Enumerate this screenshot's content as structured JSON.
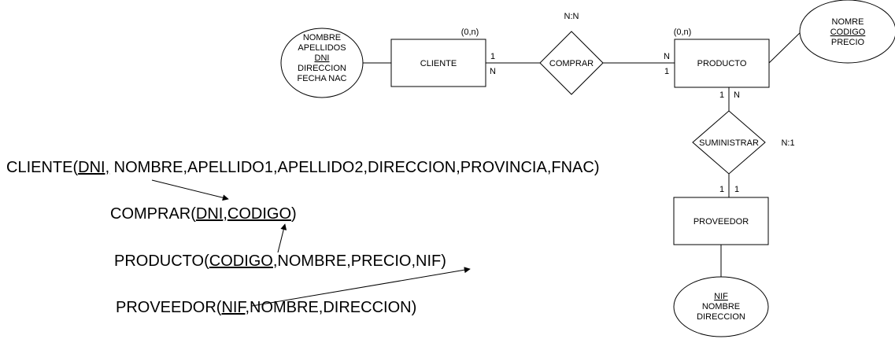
{
  "entities": {
    "cliente": "CLIENTE",
    "producto": "PRODUCTO",
    "proveedor": "PROVEEDOR"
  },
  "relationships": {
    "comprar": "COMPRAR",
    "suministrar": "SUMINISTRAR"
  },
  "attributes": {
    "cliente": [
      "NOMBRE",
      "APELLIDOS",
      "DNI",
      "DIRECCION",
      "FECHA NAC"
    ],
    "producto": [
      "NOMRE",
      "CODIGO",
      "PRECIO"
    ],
    "proveedor": [
      "NIF",
      "NOMBRE",
      "DIRECCION"
    ]
  },
  "labels": {
    "nn": "N:N",
    "n1": "N:1",
    "cliente_card": "(0,n)",
    "producto_card": "(0,n)",
    "cliente_side_top": "1",
    "cliente_side_bottom": "N",
    "producto_side_top": "N",
    "producto_side_bottom": "1",
    "producto_below_left": "1",
    "producto_below_right": "N",
    "proveedor_above_left": "1",
    "proveedor_above_right": "1"
  },
  "schema": {
    "cliente": {
      "name": "CLIENTE(",
      "key1": "DNI,",
      "rest": " NOMBRE,APELLIDO1,APELLIDO2,DIRECCION,PROVINCIA,FNAC)"
    },
    "comprar": {
      "name": "COMPRAR(",
      "key1": "DNI",
      "sep": ",",
      "key2": "CODIGO",
      "rest": ")"
    },
    "producto": {
      "name": "PRODUCTO(",
      "key1": "CODIGO",
      "rest": ",NOMBRE,PRECIO,NIF)"
    },
    "proveedor": {
      "name": "PROVEEDOR(",
      "key1": "NIF",
      "rest": ",NOMBRE,DIRECCION)"
    }
  }
}
